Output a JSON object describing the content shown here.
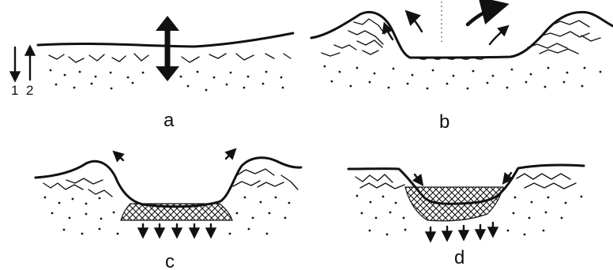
{
  "diagram": {
    "panel_labels": {
      "a": "a",
      "b": "b",
      "c": "c",
      "d": "d"
    },
    "legend": {
      "label_1": "1",
      "label_2": "2"
    },
    "colors": {
      "ink": "#111111",
      "background": "#ffffff"
    }
  }
}
